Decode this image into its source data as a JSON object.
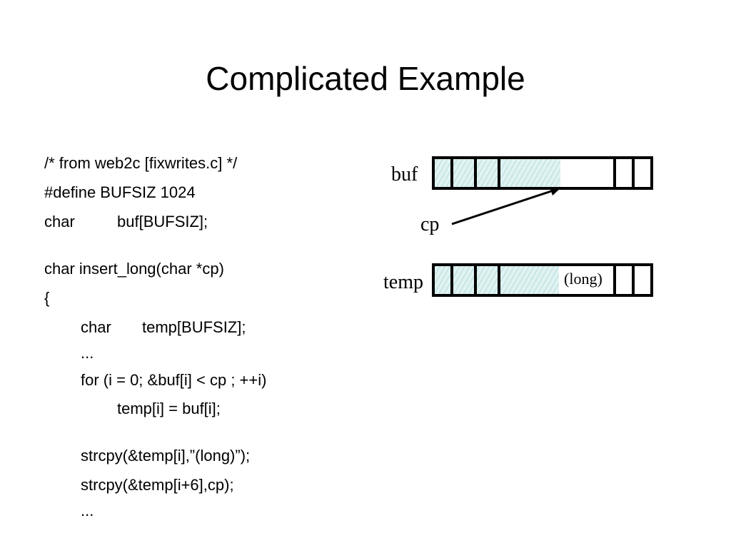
{
  "slide": {
    "title": "Complicated Example"
  },
  "code": {
    "lines": [
      "/* from web2c [fixwrites.c] */",
      "#define BUFSIZ 1024",
      "char",
      "buf[BUFSIZ];",
      "char insert_long(char *cp)",
      "{",
      "char",
      "temp[BUFSIZ];",
      "...",
      "for (i = 0; &buf[i] < cp ; ++i)",
      "temp[i] = buf[i];",
      "strcpy(&temp[i],”(long)”);",
      "strcpy(&temp[i+6],cp);",
      "..."
    ]
  },
  "diagram": {
    "buf_label": "buf",
    "cp_label": "cp",
    "temp_label": "temp",
    "long_label": "(long)",
    "fill_color": "#e0f2f2",
    "stroke_color": "#000000"
  }
}
